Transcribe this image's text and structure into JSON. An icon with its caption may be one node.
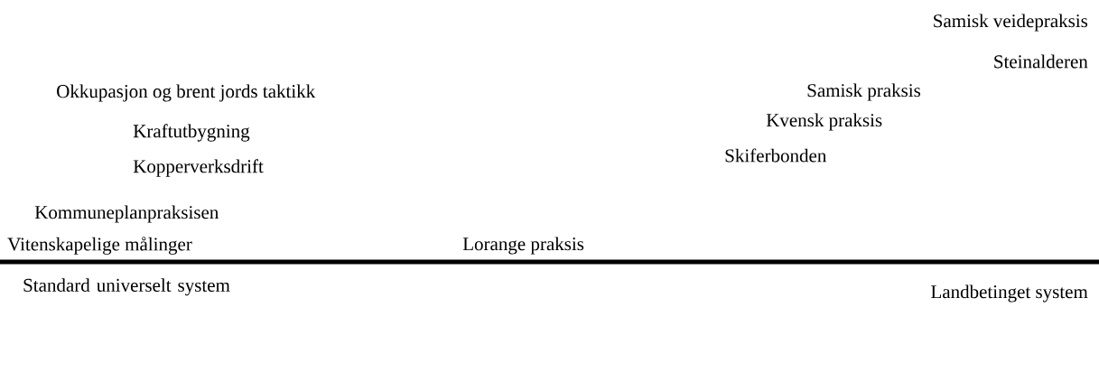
{
  "diagram": {
    "labels": [
      "Samisk veidepraksis",
      "Steinalderen",
      "Okkupasjon og brent jords taktikk",
      "Samisk praksis",
      "Kraftutbygning",
      "Kvensk praksis",
      "Kopperverksdrift",
      "Skiferbonden",
      "Kommuneplanpraksisen",
      "Vitenskapelige målinger",
      "Lorange praksis",
      "Standard universelt system",
      "Landbetinget system"
    ]
  }
}
